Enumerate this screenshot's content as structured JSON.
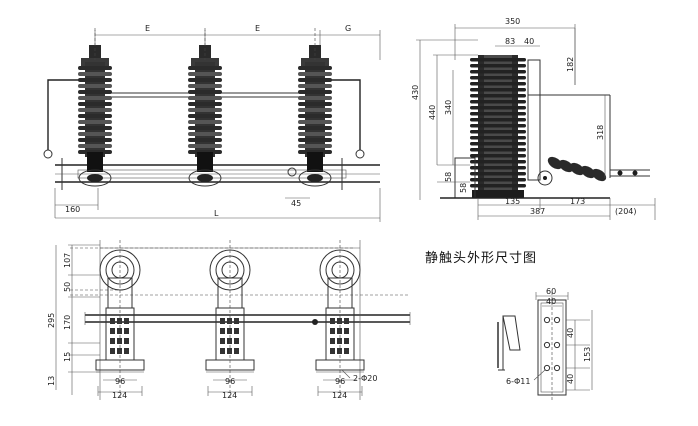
{
  "diagram": {
    "front_view": {
      "spacing_labels": [
        "E",
        "E",
        "G"
      ],
      "bottom_dims": [
        "160",
        "45",
        "L"
      ]
    },
    "side_view": {
      "top_dims": [
        "350",
        "83",
        "40",
        "182"
      ],
      "left_dims": [
        "430",
        "440",
        "340",
        "58",
        "58"
      ],
      "right_dims": [
        "318"
      ],
      "bottom_dims": [
        "135",
        "173",
        "387",
        "(204)"
      ]
    },
    "plan_view": {
      "left_dims": [
        "107",
        "50",
        "295",
        "170",
        "15",
        "13"
      ],
      "bottom_dims": [
        "96",
        "124",
        "96",
        "124",
        "96",
        "124"
      ],
      "hole_note": "2-Φ20"
    },
    "detail": {
      "caption": "静触头外形尺寸图",
      "top_dims": [
        "60",
        "40"
      ],
      "right_dims": [
        "40",
        "153",
        "40"
      ],
      "hole_note": "6-Φ11"
    }
  }
}
